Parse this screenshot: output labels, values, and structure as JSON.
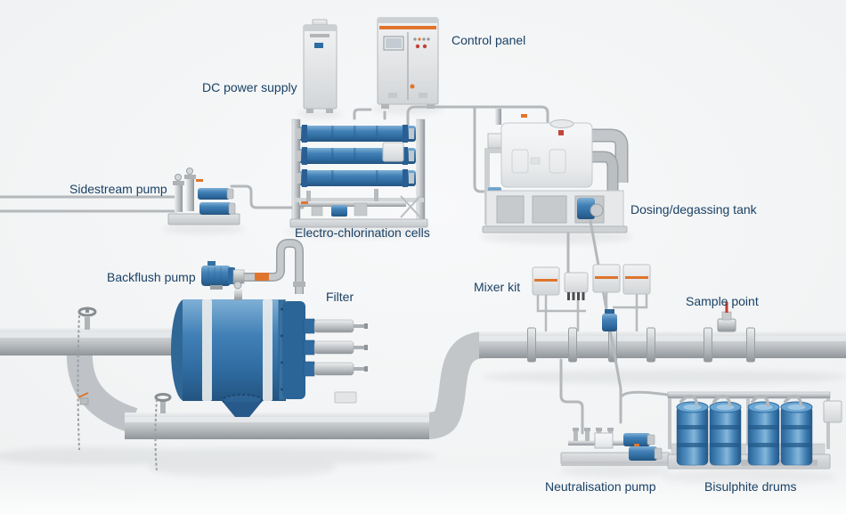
{
  "diagram": {
    "labels": {
      "dc_power_supply": "DC power supply",
      "control_panel": "Control panel",
      "sidestream_pump": "Sidestream pump",
      "electro_chlorination_cells": "Electro-chlorination cells",
      "dosing_degassing_tank": "Dosing/degassing tank",
      "backflush_pump": "Backflush pump",
      "filter": "Filter",
      "mixer_kit": "Mixer kit",
      "sample_point": "Sample point",
      "neutralisation_pump": "Neutralisation pump",
      "bisulphite_drums": "Bisulphite drums"
    },
    "colors": {
      "label_text": "#1a4165",
      "equipment_blue": "#3a7ab5",
      "pipe_silver": "#c6c9cc",
      "accent_orange": "#df752d",
      "cabinet_grey": "#e3e5e7",
      "background": "#f4f5f6"
    }
  }
}
